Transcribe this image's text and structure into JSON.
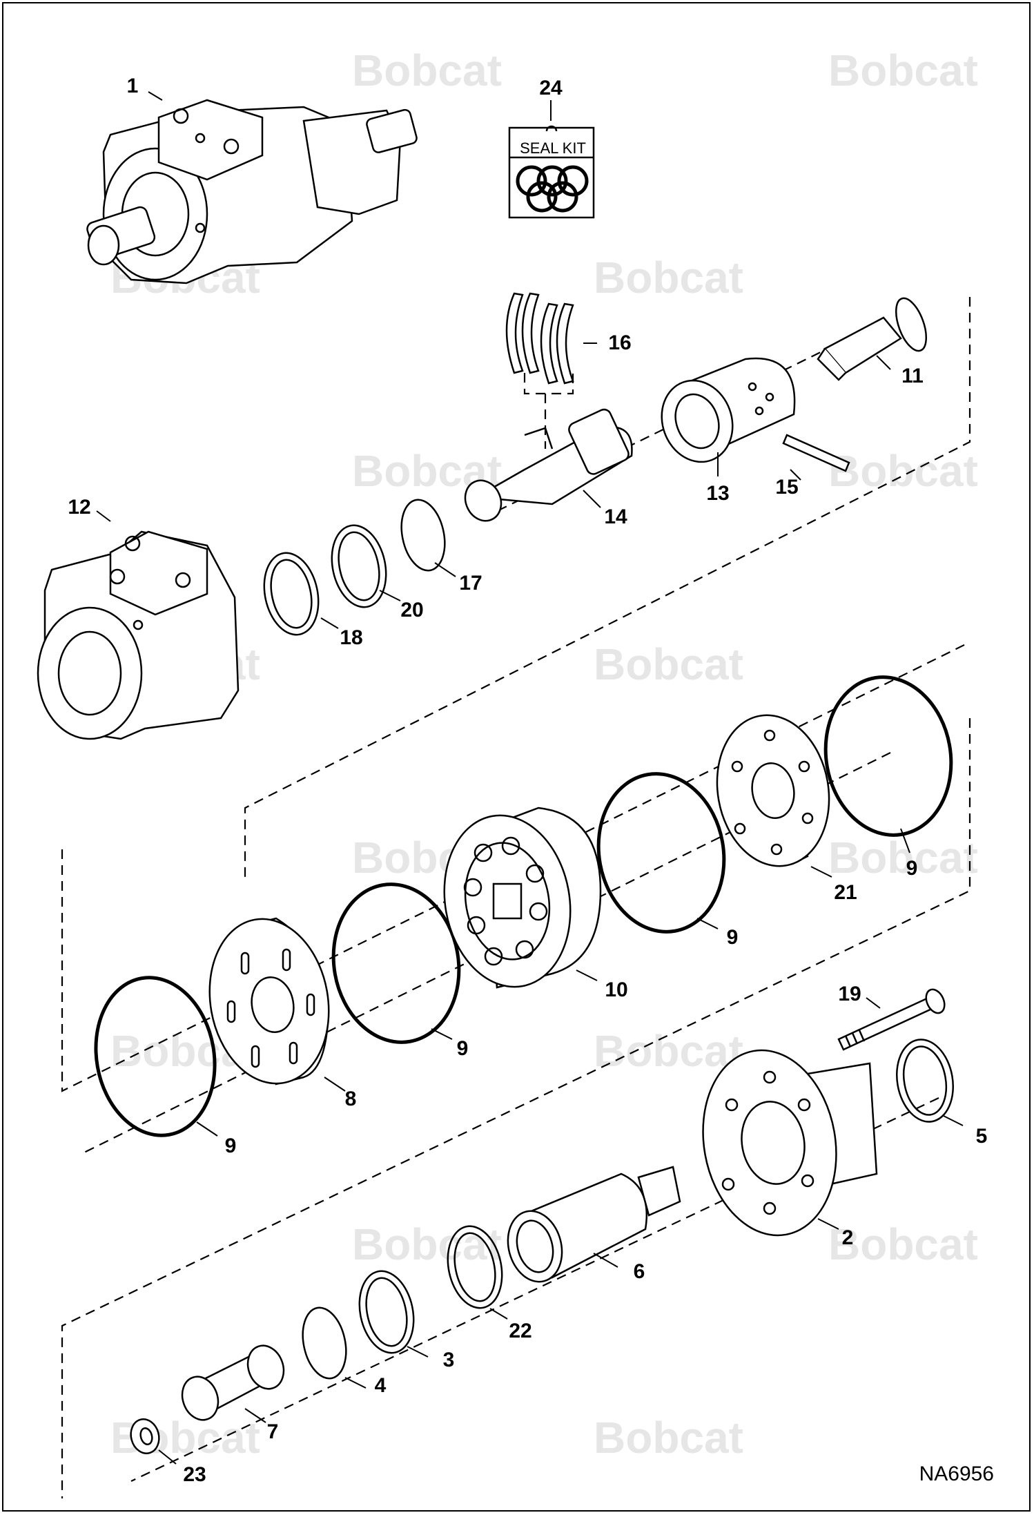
{
  "watermark": {
    "brand": "Bobcat"
  },
  "seal_kit": {
    "label": "SEAL KIT"
  },
  "drawing_id": "NA6956",
  "callouts": [
    {
      "id": "1",
      "text": "1"
    },
    {
      "id": "24",
      "text": "24"
    },
    {
      "id": "16",
      "text": "16"
    },
    {
      "id": "11",
      "text": "11"
    },
    {
      "id": "12",
      "text": "12"
    },
    {
      "id": "14",
      "text": "14"
    },
    {
      "id": "13",
      "text": "13"
    },
    {
      "id": "15",
      "text": "15"
    },
    {
      "id": "17",
      "text": "17"
    },
    {
      "id": "20",
      "text": "20"
    },
    {
      "id": "18",
      "text": "18"
    },
    {
      "id": "9a",
      "text": "9"
    },
    {
      "id": "21",
      "text": "21"
    },
    {
      "id": "9b",
      "text": "9"
    },
    {
      "id": "10",
      "text": "10"
    },
    {
      "id": "9c",
      "text": "9"
    },
    {
      "id": "8",
      "text": "8"
    },
    {
      "id": "9d",
      "text": "9"
    },
    {
      "id": "19",
      "text": "19"
    },
    {
      "id": "5",
      "text": "5"
    },
    {
      "id": "2",
      "text": "2"
    },
    {
      "id": "6",
      "text": "6"
    },
    {
      "id": "22",
      "text": "22"
    },
    {
      "id": "3",
      "text": "3"
    },
    {
      "id": "4",
      "text": "4"
    },
    {
      "id": "7",
      "text": "7"
    },
    {
      "id": "23",
      "text": "23"
    }
  ]
}
